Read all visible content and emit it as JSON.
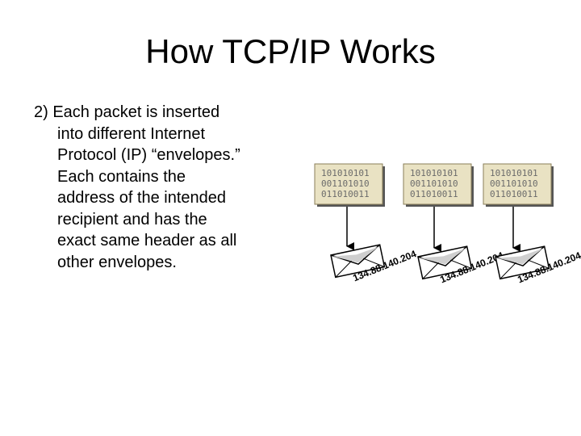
{
  "title": "How TCP/IP Works",
  "body": {
    "lines": [
      "2) Each packet is inserted",
      "into different Internet",
      "Protocol (IP) “envelopes.”",
      "Each contains the",
      "address of the intended",
      "recipient and has the",
      "exact same header as all",
      "other envelopes."
    ]
  },
  "packets": [
    {
      "bits": [
        "101010101",
        "001101010",
        "011010011"
      ]
    },
    {
      "bits": [
        "101010101",
        "001101010",
        "011010011"
      ]
    },
    {
      "bits": [
        "101010101",
        "001101010",
        "011010011"
      ]
    }
  ],
  "envelopes": [
    {
      "address": "134.88.140.204"
    },
    {
      "address": "134.88.140.204"
    },
    {
      "address": "134.88.140.204"
    }
  ],
  "colors": {
    "packet_fill": "#e9e2c3",
    "packet_border": "#8a7f5a",
    "packet_shadow": "#555555",
    "text": "#000000"
  }
}
